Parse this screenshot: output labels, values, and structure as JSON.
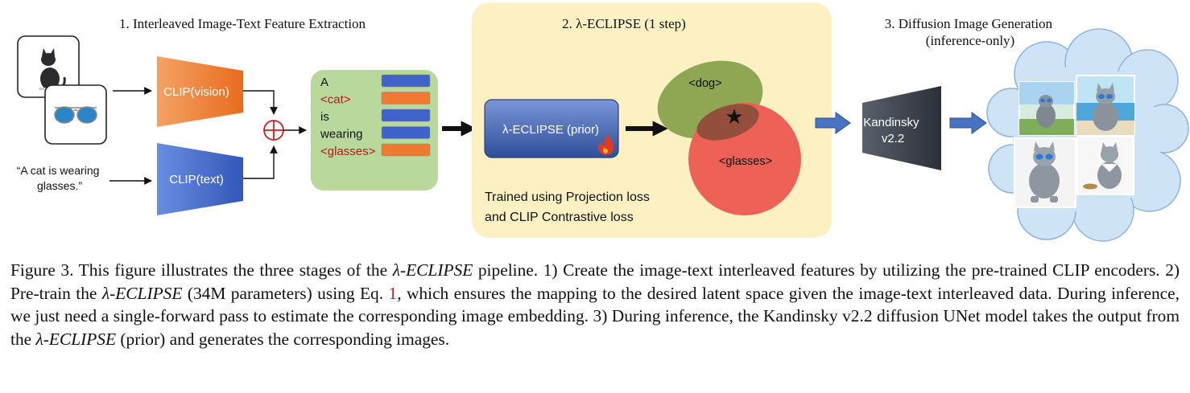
{
  "stage1": {
    "title": "1. Interleaved Image-Text Feature Extraction",
    "text_prompt": [
      "“A cat is wearing",
      "glasses.”"
    ],
    "clip_vision_label": "CLIP(vision)",
    "clip_text_label": "CLIP(text)",
    "combine_symbol": "⊕",
    "tokens": [
      {
        "text": "A",
        "color": "#111111",
        "bar_color": "#3f63c8"
      },
      {
        "text": "<cat>",
        "color": "#b3191f",
        "bar_color": "#ee7a2f"
      },
      {
        "text": "is",
        "color": "#111111",
        "bar_color": "#3f63c8"
      },
      {
        "text": "wearing",
        "color": "#111111",
        "bar_color": "#3f63c8"
      },
      {
        "text": "<glasses>",
        "color": "#b3191f",
        "bar_color": "#ee7a2f"
      }
    ]
  },
  "stage2": {
    "title": "2. λ-ECLIPSE (1 step)",
    "prior_label": "λ-ECLIPSE (prior)",
    "dog_label": "<dog>",
    "glasses_label": "<glasses>",
    "star": "★",
    "trained_text": [
      "Trained using Projection loss",
      "and CLIP Contrastive loss"
    ]
  },
  "stage3": {
    "title": [
      "3. Diffusion Image Generation",
      "(inference-only)"
    ],
    "kandinsky_label": [
      "Kandinsky",
      "v2.2"
    ]
  },
  "caption": {
    "lines": [
      [
        {
          "t": "Figure 3. This figure illustrates the three stages of the "
        },
        {
          "t": "λ-ECLIPSE",
          "s": "it"
        },
        {
          "t": " pipeline. 1) Create the image-text interleaved features by utilizing the"
        }
      ],
      [
        {
          "t": "pre-trained CLIP encoders. 2) Pre-train the "
        },
        {
          "t": "λ-ECLIPSE",
          "s": "it"
        },
        {
          "t": " (34M parameters) using Eq. "
        },
        {
          "t": "1",
          "s": "ref"
        },
        {
          "t": ", which ensures the mapping to the desired latent"
        }
      ],
      [
        {
          "t": "space given the image-text interleaved data. During inference, we just need a single-forward pass to estimate the corresponding image"
        }
      ],
      [
        {
          "t": "embedding. 3) During inference, the Kandinsky v2.2 diffusion UNet model takes the output from the "
        },
        {
          "t": "λ-ECLIPSE",
          "s": "it"
        },
        {
          "t": " (prior) and generates the"
        }
      ],
      [
        {
          "t": "corresponding images."
        }
      ]
    ]
  },
  "colors": {
    "stage2_bg": "#fdf1c4",
    "token_box_bg": "#b9d89c",
    "clip_vision": "#ee7a2f",
    "clip_text": "#3f63c8",
    "dog_ellipse": "#8fa653",
    "glasses_circle": "#ee6157",
    "cloud": "#cfe3f6",
    "kandinsky": "#3a3f4b",
    "arrow_blue": "#4a73c2"
  }
}
